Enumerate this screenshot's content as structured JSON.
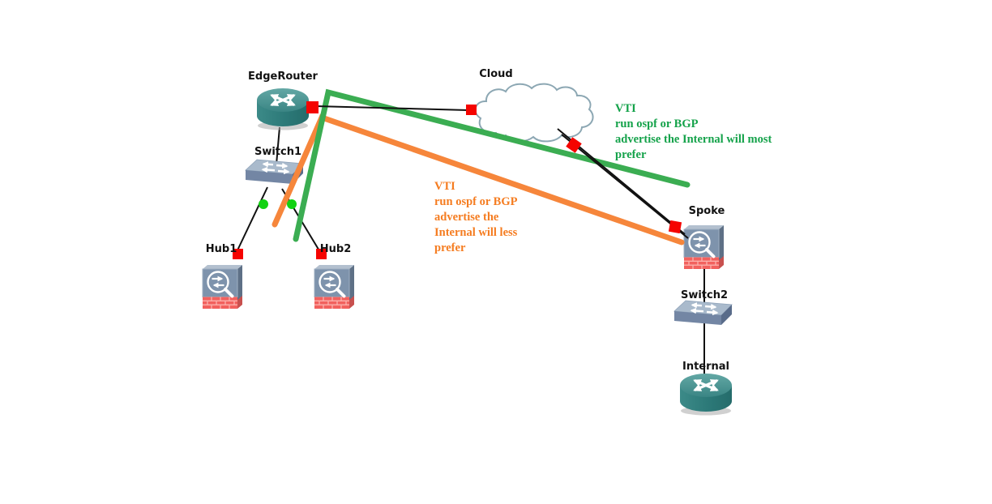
{
  "diagram": {
    "background": "#FFFFFF",
    "nodes": {
      "edgerouter": {
        "label": "EdgeRouter",
        "type": "router"
      },
      "switch1": {
        "label": "Switch1",
        "type": "switch"
      },
      "hub1": {
        "label": "Hub1",
        "type": "asa-firewall"
      },
      "hub2": {
        "label": "Hub2",
        "type": "asa-firewall"
      },
      "cloud": {
        "label": "Cloud",
        "type": "cloud"
      },
      "spoke": {
        "label": "Spoke",
        "type": "asa-firewall"
      },
      "switch2": {
        "label": "Switch2",
        "type": "switch"
      },
      "internal": {
        "label": "Internal",
        "type": "router"
      }
    },
    "annotations": {
      "vti_most": {
        "text": "VTI\nrun ospf or BGP\nadvertise the Internal will most\nprefer",
        "text_color": "#14A24A",
        "line_color": "#3BAD52"
      },
      "vti_less": {
        "text": "VTI\nrun ospf or BGP\nadvertise the\nInternal will less\nprefer",
        "text_color": "#F57C20",
        "line_color": "#F6863B"
      }
    },
    "links": [
      {
        "from": "edgerouter",
        "to": "cloud",
        "style": "single"
      },
      {
        "from": "cloud",
        "to": "spoke",
        "style": "double"
      },
      {
        "from": "edgerouter",
        "to": "switch1",
        "style": "single"
      },
      {
        "from": "switch1",
        "to": "hub1",
        "style": "single"
      },
      {
        "from": "switch1",
        "to": "hub2",
        "style": "single"
      },
      {
        "from": "spoke",
        "to": "switch2",
        "style": "single"
      },
      {
        "from": "switch2",
        "to": "internal",
        "style": "single"
      }
    ],
    "colors": {
      "link": "#111111",
      "port_marker": "#F50400",
      "status_dot": "#12D212",
      "cloud_outline": "#8CA7B3",
      "router_teal": "#35807F",
      "switch_top": "#A9BACC",
      "firewall_front": "#7E93AC",
      "brick_red": "#F2615E"
    }
  }
}
